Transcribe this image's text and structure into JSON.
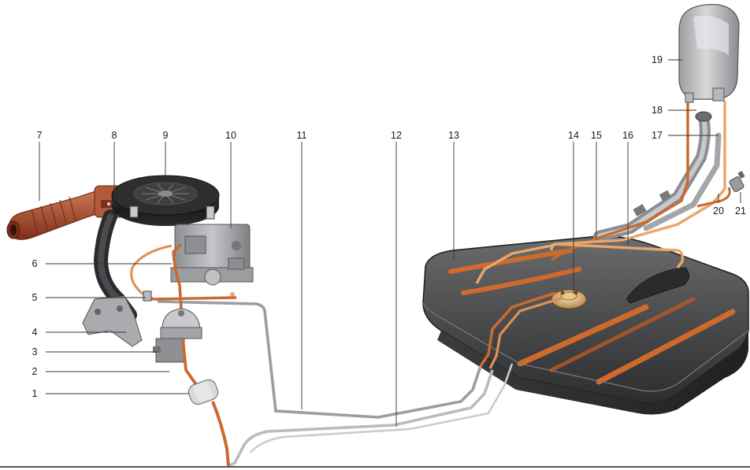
{
  "callouts": {
    "c1": "1",
    "c2": "2",
    "c3": "3",
    "c4": "4",
    "c5": "5",
    "c6": "6",
    "c7": "7",
    "c8": "8",
    "c9": "9",
    "c10": "10",
    "c11": "11",
    "c12": "12",
    "c13": "13",
    "c14": "14",
    "c15": "15",
    "c16": "16",
    "c17": "17",
    "c18": "18",
    "c19": "19",
    "c20": "20",
    "c21": "21"
  },
  "colors": {
    "pipe_copper": "#c96a2e",
    "pipe_copper_light": "#e9a66a",
    "pipe_metal": "#b9bcc0",
    "tank_body": "#4a4b4d",
    "tank_strap": "#cf6a2c",
    "carb_metal": "#a7a9ac",
    "intake_red": "#a4452a"
  }
}
